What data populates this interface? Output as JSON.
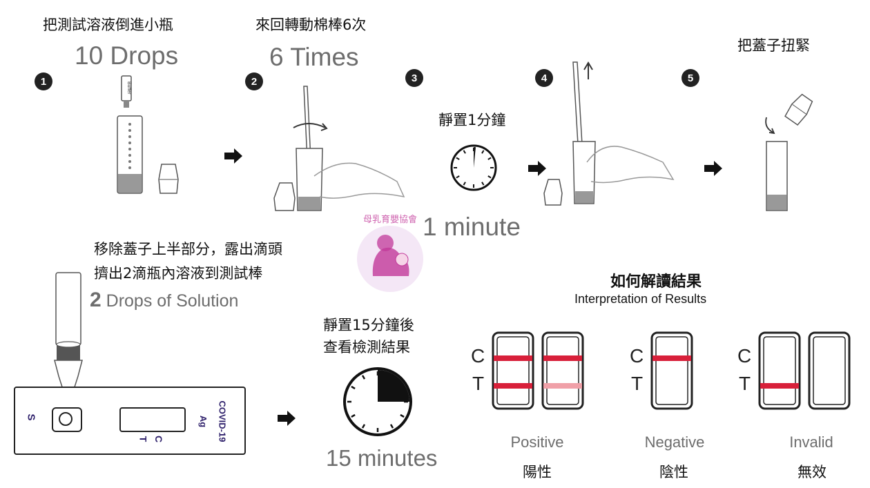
{
  "steps": {
    "step1": {
      "number": "1",
      "instruction": "把測試溶液倒進小瓶",
      "quantity": "10 Drops",
      "bottle_label": "Buffer"
    },
    "step2": {
      "number": "2",
      "instruction": "來回轉動棉棒6次",
      "quantity": "6 Times"
    },
    "step3": {
      "number": "3",
      "instruction": "靜置1分鐘",
      "quantity": "1 minute"
    },
    "step4": {
      "number": "4"
    },
    "step5": {
      "number": "5",
      "instruction": "把蓋子扭緊"
    }
  },
  "drop_step": {
    "instruction_line1": "移除蓋子上半部分，露出滴頭",
    "instruction_line2": "擠出2滴瓶內溶液到測試棒",
    "quantity_number": "2",
    "quantity_text": "Drops of Solution",
    "cassette": {
      "sample_mark": "S",
      "c_mark": "C",
      "t_mark": "T",
      "product_line1": "COVID-19",
      "product_line2": "Ag"
    }
  },
  "wait_step": {
    "instruction_line1": "靜置15分鐘後",
    "instruction_line2": "查看檢測結果",
    "quantity": "15 minutes"
  },
  "results": {
    "title_zh": "如何解讀結果",
    "title_en": "Interpretation of Results",
    "c_label": "C",
    "t_label": "T",
    "positive": {
      "label_en": "Positive",
      "label_zh": "陽性"
    },
    "negative": {
      "label_en": "Negative",
      "label_zh": "陰性"
    },
    "invalid": {
      "label_en": "Invalid",
      "label_zh": "無效"
    }
  },
  "watermark": {
    "text": "母乳育嬰協會"
  },
  "colors": {
    "line_red": "#d8203a",
    "faint_red": "#f0a0a8",
    "dark": "#222222",
    "grey_text": "#6d6d6d"
  }
}
